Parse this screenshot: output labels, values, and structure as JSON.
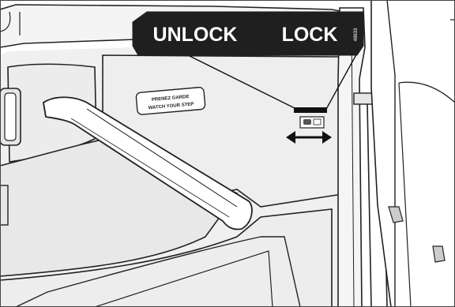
{
  "callout": {
    "unlock_label": "UNLOCK",
    "lock_label": "LOCK",
    "reference_code": "48633"
  },
  "sticker": {
    "line1": "PRENEZ GARDE",
    "line2": "WATCH YOUR STEP"
  },
  "icons": [
    "double-arrow-icon",
    "lock-switch-icon"
  ],
  "colors": {
    "banner_fill": "#1f1f1f",
    "banner_text": "#ffffff",
    "line_art": "#222222",
    "panel_shade": "#eeeeee"
  }
}
